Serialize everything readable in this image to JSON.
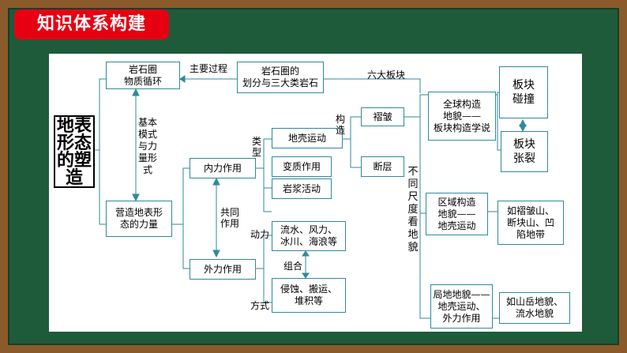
{
  "header": {
    "title": "知识体系构建"
  },
  "diagram": {
    "root": "地表形态的塑造",
    "nodes": {
      "rock_cycle": "岩石圈\n物质循环",
      "rock_division": "岩石圈的\n划分与三大类岩石",
      "shaping_forces": "营造地表形\n态的力量",
      "internal_force": "内力作用",
      "external_force": "外力作用",
      "crustal_movement": "地壳运动",
      "metamorphism": "变质作用",
      "magmatism": "岩浆活动",
      "fold": "褶皱",
      "fault": "断层",
      "agents": "流水、风力、\n冰川、海浪等",
      "processes": "侵蚀、搬运、\n堆积等",
      "global_tectonics": "全球构造\n地貌——\n板块构造学说",
      "plate_collision": "板块\n碰撞",
      "plate_rifting": "板块\n张裂",
      "regional_tectonics": "区域构造\n地貌——\n地壳运动",
      "regional_examples": "如褶皱山、\n断块山、凹\n陷地带",
      "local_landforms": "局地地貌——\n地壳运动、\n外力作用",
      "local_examples": "如山岳地貌、\n流水地貌"
    },
    "labels": {
      "main_process": "主要过程",
      "six_plates": "六大板块",
      "basic_mode": "基本模式与力量形式",
      "type": "类型",
      "structure": "构造",
      "joint_action": "共同\n作用",
      "power": "动力",
      "combination": "组合",
      "mode": "方式",
      "scale": "不同尺度看地貌"
    },
    "colors": {
      "box_border": "#2f8a9e",
      "title_bg": "#e60012",
      "board": "#1e5b3b"
    }
  }
}
